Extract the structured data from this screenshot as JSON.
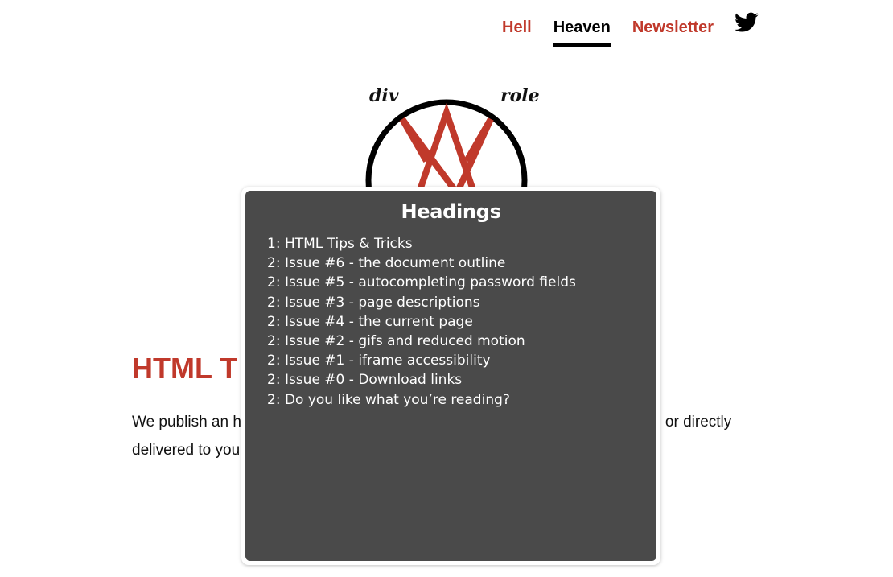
{
  "nav": {
    "items": [
      {
        "label": "Hell"
      },
      {
        "label": "Heaven"
      },
      {
        "label": "Newsletter"
      }
    ],
    "twitter_icon": "twitter-bird-icon"
  },
  "logo": {
    "left_word": "div",
    "right_word": "role",
    "circle_color": "#000000",
    "star_color": "#c0392b"
  },
  "main": {
    "heading_visible": "HTML T",
    "intro_line1_start": "We publish an h",
    "intro_line1_end": "or directly",
    "intro_line2_start": "delivered to you"
  },
  "overlay": {
    "title": "Headings",
    "items": [
      {
        "text": "1: HTML Tips & Tricks"
      },
      {
        "text": "2: Issue #6 - the document outline"
      },
      {
        "text": "2: Issue #5 - autocompleting password fields"
      },
      {
        "text": "2: Issue #3 - page descriptions"
      },
      {
        "text": "2: Issue #4 - the current page"
      },
      {
        "text": "2: Issue #2 - gifs and reduced motion"
      },
      {
        "text": "2: Issue #1 - iframe accessibility"
      },
      {
        "text": "2: Issue #0 - Download links"
      },
      {
        "text": "2: Do you like what you’re reading?"
      }
    ]
  },
  "colors": {
    "accent": "#c0392b",
    "panel": "#4a4a4a"
  }
}
